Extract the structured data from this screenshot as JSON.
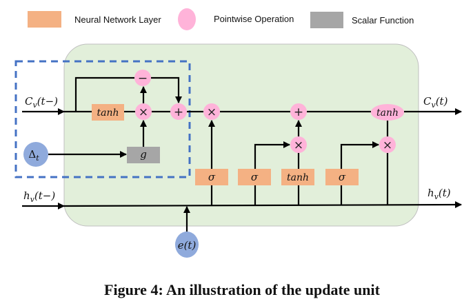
{
  "legend": [
    {
      "label": "Neural Network Layer",
      "color": "#f4b183",
      "shape": "rect"
    },
    {
      "label": "Pointwise Operation",
      "color": "#ffb3d9",
      "shape": "ellipse"
    },
    {
      "label": "Scalar Function",
      "color": "#a6a6a6",
      "shape": "rect"
    }
  ],
  "colors": {
    "cell_background": "#e2efda",
    "dashed_box": "#4472c4",
    "input_node": "#8faadc",
    "nn_layer": "#f4b183",
    "pointwise": "#ffb3d9",
    "scalar_fn": "#a6a6a6"
  },
  "labels": {
    "cell_in": "C",
    "cell_in_sub": "v",
    "cell_in_arg": "(t−)",
    "cell_out": "C",
    "cell_out_sub": "v",
    "cell_out_arg": "(t)",
    "hidden_in": "h",
    "hidden_in_sub": "v",
    "hidden_in_arg": "(t−)",
    "hidden_out": "h",
    "hidden_out_sub": "v",
    "hidden_out_arg": "(t)",
    "delta": "Δ",
    "delta_sub": "t",
    "event": "e(t)",
    "scalar_fn": "g"
  },
  "ops": {
    "minus": "−",
    "times": "×",
    "plus": "+",
    "decay_tanh": "tanh",
    "forget_times": "×",
    "input_times": "×",
    "update_plus": "+",
    "output_times": "×",
    "output_tanh": "tanh"
  },
  "gates": [
    {
      "name": "forget-gate",
      "label": "σ"
    },
    {
      "name": "input-gate",
      "label": "σ"
    },
    {
      "name": "candidate-layer",
      "label": "tanh"
    },
    {
      "name": "output-gate",
      "label": "σ"
    }
  ],
  "caption": "Figure 4: An illustration of the update unit"
}
